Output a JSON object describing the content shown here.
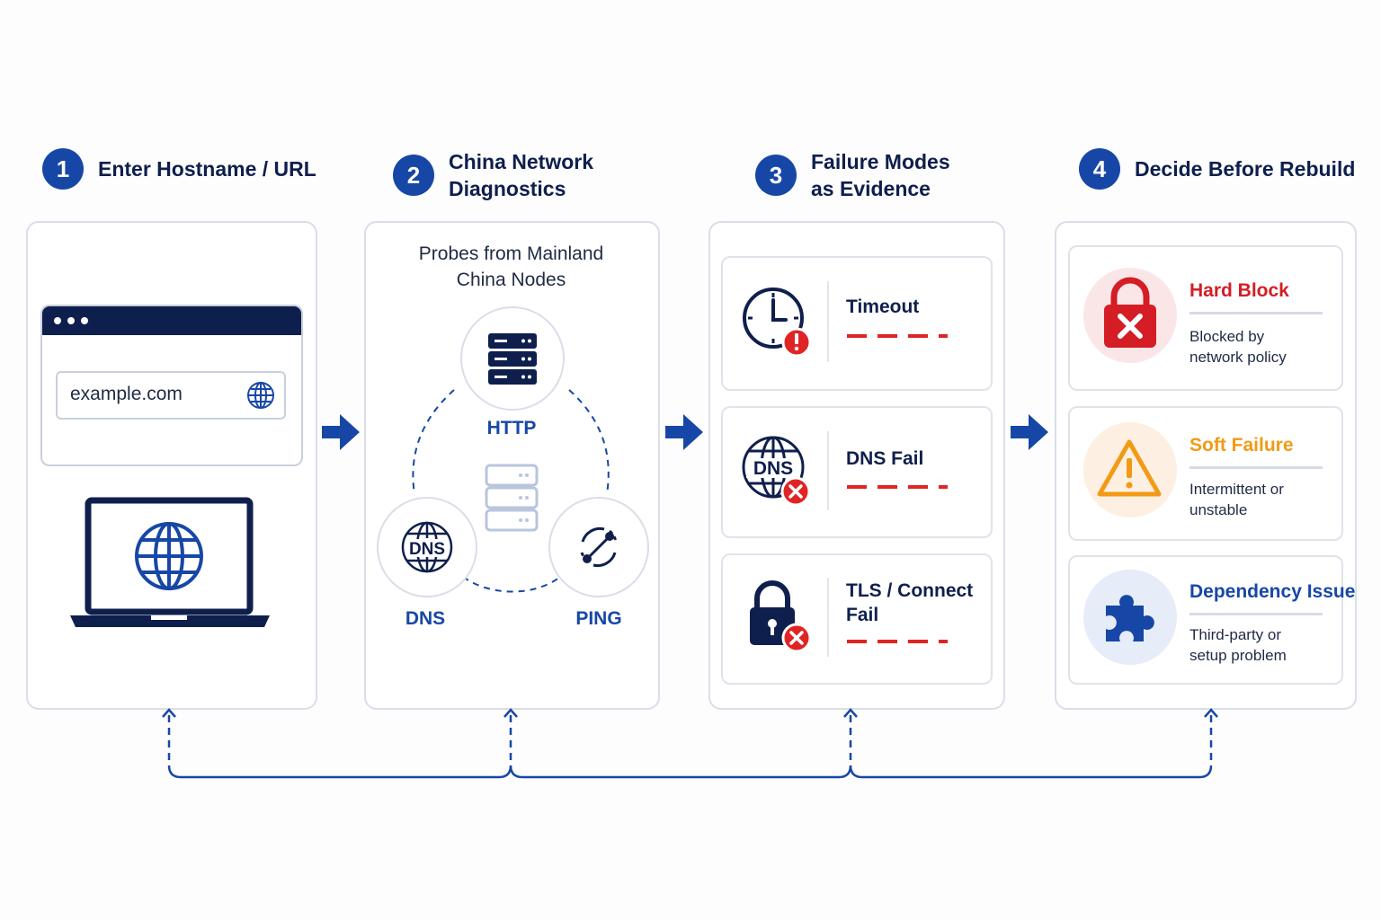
{
  "steps": [
    {
      "number": "1",
      "title": "Enter Hostname / URL"
    },
    {
      "number": "2",
      "title": "China Network\nDiagnostics"
    },
    {
      "number": "3",
      "title": "Failure Modes\nas Evidence"
    },
    {
      "number": "4",
      "title": "Decide Before Rebuild"
    }
  ],
  "input": {
    "value": "example.com"
  },
  "probes": {
    "heading": "Probes from Mainland\nChina Nodes",
    "nodes": [
      "HTTP",
      "DNS",
      "PING"
    ]
  },
  "failure_modes": [
    {
      "label": "Timeout",
      "icon": "clock-icon"
    },
    {
      "label": "DNS Fail",
      "icon": "dns-globe-icon"
    },
    {
      "label": "TLS / Connect\nFail",
      "icon": "padlock-icon"
    }
  ],
  "decisions": [
    {
      "title": "Hard Block",
      "desc": "Blocked by\nnetwork policy",
      "color": "#d41d24",
      "icon": "lock-x-icon"
    },
    {
      "title": "Soft Failure",
      "desc": "Intermittent or\nunstable",
      "color": "#f29a16",
      "icon": "warning-icon"
    },
    {
      "title": "Dependency Issue",
      "desc": "Third-party or\nsetup problem",
      "color": "#1747a6",
      "icon": "puzzle-icon"
    }
  ],
  "colors": {
    "primary": "#1747a6",
    "navy": "#0f1f4d",
    "error": "#e02424",
    "warning": "#f29a16"
  }
}
